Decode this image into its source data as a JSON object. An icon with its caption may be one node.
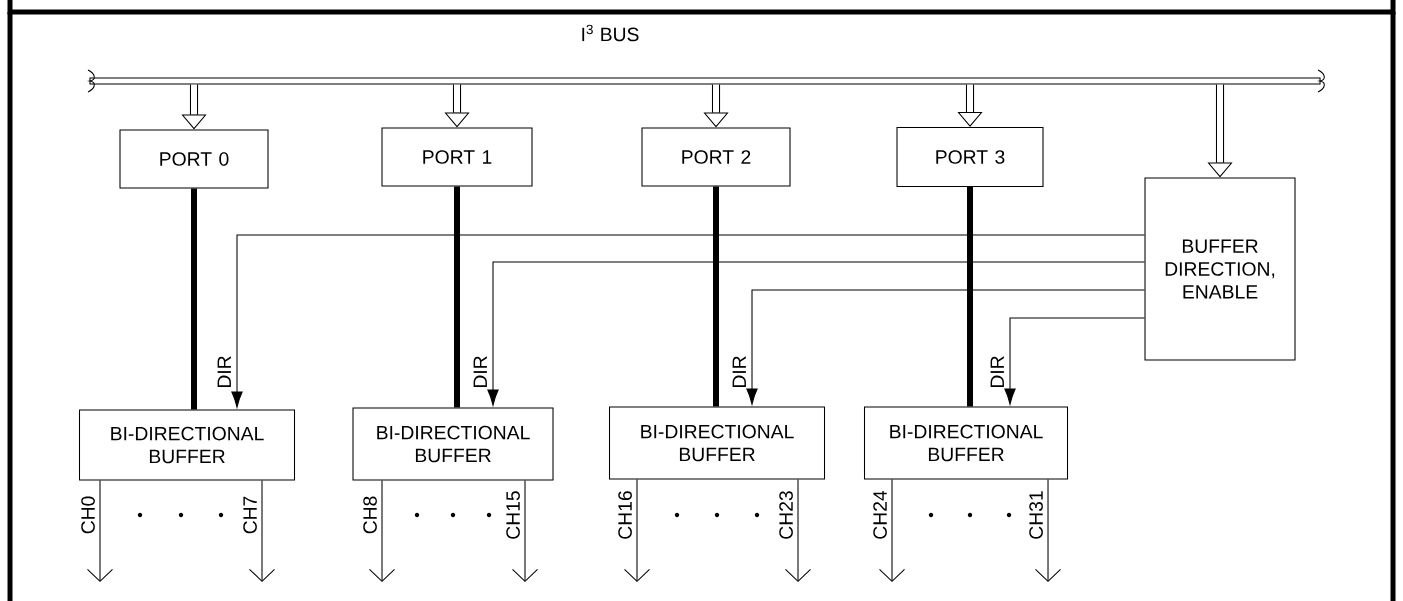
{
  "diagram": {
    "nodes": [
      {
        "text": [
          "I$^{3}$ BUS"
        ]
      },
      {
        "text": [
          "PORT 0"
        ]
      },
      {
        "text": [
          "PORT 1"
        ]
      },
      {
        "text": [
          "PORT 2"
        ]
      },
      {
        "text": [
          "PORT 3"
        ]
      },
      {
        "text": [
          "BUFFER DIRECTION, ENABLE"
        ]
      },
      {
        "text": [
          "BI-DIRECTIONAL BUFFER"
        ]
      },
      {
        "text": [
          "BI-DIRECTIONAL BUFFER"
        ]
      },
      {
        "text": [
          "BI-DIRECTIONAL BUFFER"
        ]
      },
      {
        "text": [
          "BI-DIRECTIONAL BUFFER"
        ]
      }
    ],
    "edges": [
      {
        "from": 0,
        "to": 1,
        "arrow": "to",
        "style": "thick"
      },
      {
        "from": 0,
        "to": 2,
        "arrow": "to",
        "style": "thick"
      },
      {
        "from": 0,
        "to": 3,
        "arrow": "to",
        "style": "thick"
      },
      {
        "from": 0,
        "to": 4,
        "arrow": "to",
        "style": "thick"
      },
      {
        "from": 0,
        "to": 5,
        "arrow": "to",
        "style": "thick"
      },
      {
        "from": 1,
        "to": 6,
        "arrow": "none",
        "style": "thick"
      },
      {
        "from": 2,
        "to": 7,
        "arrow": "none",
        "style": "thick"
      },
      {
        "from": 3,
        "to": 8,
        "arrow": "none",
        "style": "thick"
      },
      {
        "from": 4,
        "to": 9,
        "arrow": "none",
        "style": "thick"
      },
      {
        "from": 5,
        "to": 6,
        "arrow": "to",
        "label": "DIR"
      },
      {
        "from": 5,
        "to": 7,
        "arrow": "to",
        "label": "DIR"
      },
      {
        "from": 5,
        "to": 8,
        "arrow": "to",
        "label": "DIR"
      },
      {
        "from": 5,
        "to": 9,
        "arrow": "to",
        "label": "DIR"
      },
      {
        "from": 6,
        "to": null,
        "arrow": "to",
        "label": "CH0"
      },
      {
        "from": 6,
        "to": null,
        "arrow": "to",
        "label": "CH7"
      },
      {
        "from": 7,
        "to": null,
        "arrow": "to",
        "label": "CH8"
      },
      {
        "from": 7,
        "to": null,
        "arrow": "to",
        "label": "CH15"
      },
      {
        "from": 8,
        "to": null,
        "arrow": "to",
        "label": "CH16"
      },
      {
        "from": 8,
        "to": null,
        "arrow": "to",
        "label": "CH23"
      },
      {
        "from": 9,
        "to": null,
        "arrow": "to",
        "label": "CH24"
      },
      {
        "from": 9,
        "to": null,
        "arrow": "to",
        "label": "CH31"
      }
    ]
  }
}
